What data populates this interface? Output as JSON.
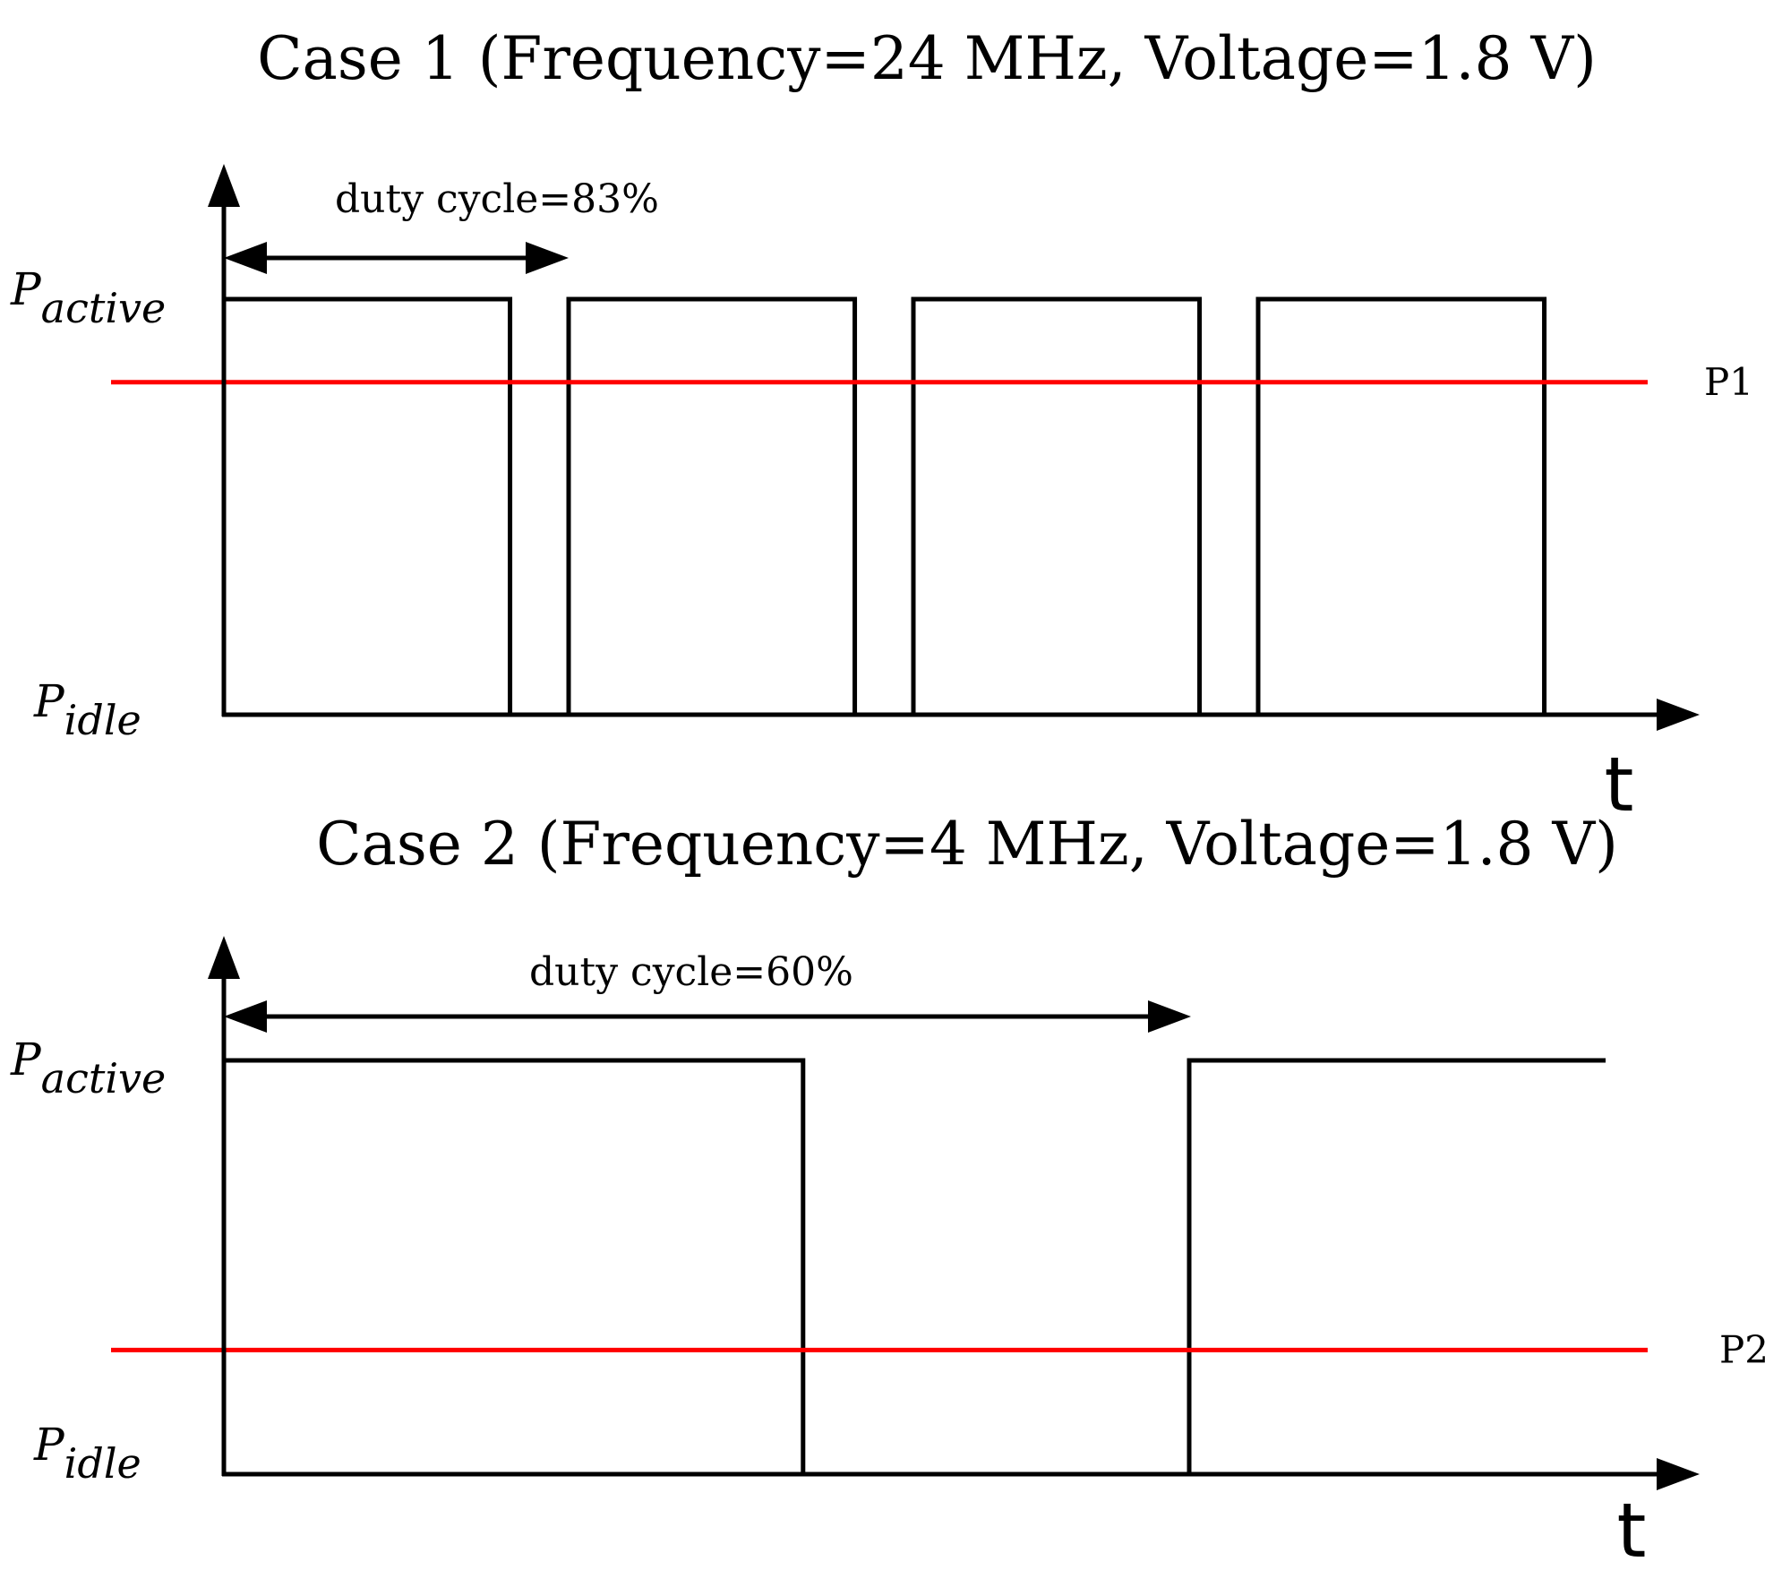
{
  "panels": [
    {
      "title": "Case 1 (Frequency=24 MHz, Voltage=1.8 V)",
      "duty_annotation": "duty cycle=83%",
      "active_label": {
        "main": "P",
        "sub": "active"
      },
      "idle_label": {
        "main": "P",
        "sub": "idle"
      },
      "time_label": "t",
      "average_label": "P1",
      "duty_cycle": 0.83,
      "pulse_count": 4,
      "average_level": 0.8
    },
    {
      "title": "Case 2 (Frequency=4 MHz, Voltage=1.8 V)",
      "duty_annotation": "duty cycle=60%",
      "active_label": {
        "main": "P",
        "sub": "active"
      },
      "idle_label": {
        "main": "P",
        "sub": "idle"
      },
      "time_label": "t",
      "average_label": "P2",
      "duty_cycle": 0.6,
      "pulse_count": 2,
      "average_level": 0.3
    }
  ],
  "colors": {
    "waveform": "#000000",
    "average_line": "#ff0000"
  }
}
